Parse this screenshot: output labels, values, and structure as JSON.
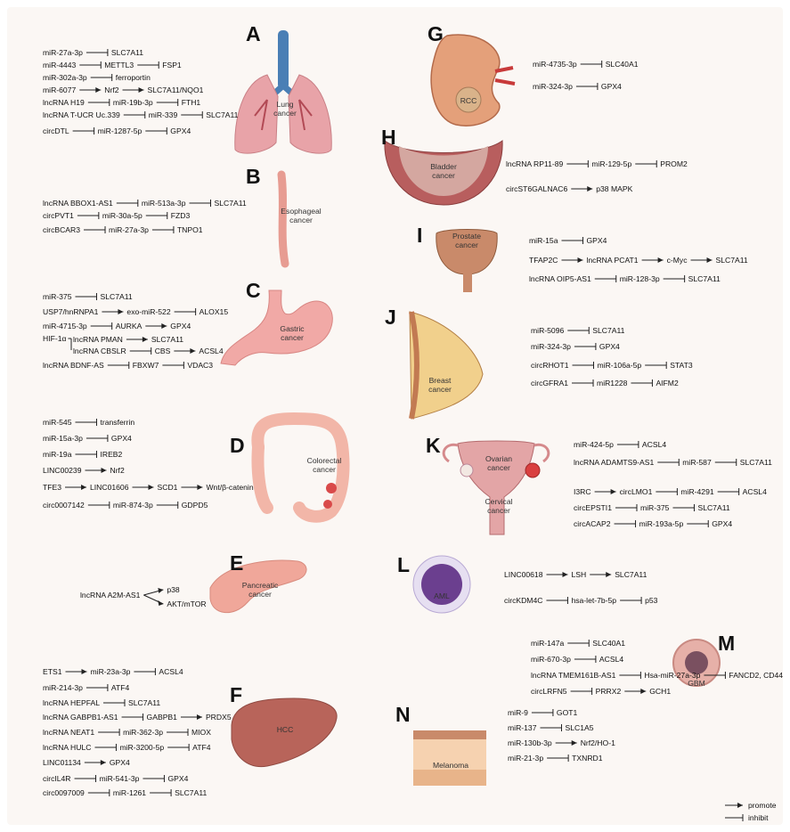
{
  "panels": [
    {
      "letter": "A",
      "organ": "Lung\ncancer",
      "rows": [
        [
          "miR-27a-3p",
          "⊣",
          "SLC7A11"
        ],
        [
          "miR-4443",
          "⊣",
          "METTL3",
          "⊣",
          "FSP1"
        ],
        [
          "miR-302a-3p",
          "⊣",
          "ferroportin"
        ],
        [
          "miR-6077",
          "→",
          "Nrf2",
          "→",
          "SLC7A11/NQO1"
        ],
        [
          "lncRNA H19",
          "⊣",
          "miR-19b-3p",
          "⊣",
          "FTH1"
        ],
        [
          "lncRNA T-UCR Uc.339",
          "⊣",
          "miR-339",
          "⊣",
          "SLC7A11"
        ],
        [
          "circDTL",
          "⊣",
          "miR-1287-5p",
          "⊣",
          "GPX4"
        ]
      ]
    },
    {
      "letter": "B",
      "organ": "Esophageal\ncancer",
      "rows": [
        [
          "lncRNA BBOX1-AS1",
          "⊣",
          "miR-513a-3p",
          "⊣",
          "SLC7A11"
        ],
        [
          "circPVT1",
          "⊣",
          "miR-30a-5p",
          "⊣",
          "FZD3"
        ],
        [
          "circBCAR3",
          "⊣",
          "miR-27a-3p",
          "⊣",
          "TNPO1"
        ]
      ]
    },
    {
      "letter": "C",
      "organ": "Gastric\ncancer",
      "rows": [
        [
          "miR-375",
          "⊣",
          "SLC7A11"
        ],
        [
          "USP7/hnRNPA1",
          "→",
          "exo-miR-522",
          "⊣",
          "ALOX15"
        ],
        [
          "miR-4715-3p",
          "⊣",
          "AURKA",
          "→",
          "GPX4"
        ],
        [
          "lncRNA PMAN",
          "→",
          "SLC7A11"
        ],
        [
          "lncRNA CBSLR",
          "⊣",
          "CBS",
          "→",
          "ACSL4"
        ],
        [
          "lncRNA BDNF-AS",
          "⊣",
          "FBXW7",
          "⊣",
          "VDAC3"
        ]
      ],
      "hif": "HIF-1α"
    },
    {
      "letter": "D",
      "organ": "Colorectal\ncancer",
      "rows": [
        [
          "miR-545",
          "⊣",
          "transferrin"
        ],
        [
          "miR-15a-3p",
          "⊣",
          "GPX4"
        ],
        [
          "miR-19a",
          "⊣",
          "IREB2"
        ],
        [
          "LINC00239",
          "→",
          "Nrf2"
        ],
        [
          "TFE3",
          "→",
          "LINC01606",
          "→",
          "SCD1",
          "→",
          "Wnt/β-catenin"
        ],
        [
          "circ0007142",
          "⊣",
          "miR-874-3p",
          "⊣",
          "GDPD5"
        ]
      ]
    },
    {
      "letter": "E",
      "organ": "Pancreatic\ncancer",
      "rows": [
        [
          "lncRNA A2M-AS1",
          "→",
          "p38"
        ],
        [
          "lncRNA A2M-AS1",
          "→",
          "AKT/mTOR"
        ]
      ]
    },
    {
      "letter": "F",
      "organ": "HCC",
      "rows": [
        [
          "ETS1",
          "→",
          "miR-23a-3p",
          "⊣",
          "ACSL4"
        ],
        [
          "miR-214-3p",
          "⊣",
          "ATF4"
        ],
        [
          "lncRNA HEPFAL",
          "⊣",
          "SLC7A11"
        ],
        [
          "lncRNA GABPB1-AS1",
          "⊣",
          "GABPB1",
          "→",
          "PRDX5"
        ],
        [
          "lncRNA NEAT1",
          "⊣",
          "miR-362-3p",
          "⊣",
          "MIOX"
        ],
        [
          "lncRNA HULC",
          "⊣",
          "miR-3200-5p",
          "⊣",
          "ATF4"
        ],
        [
          "LINC01134",
          "→",
          "GPX4"
        ],
        [
          "circIL4R",
          "⊣",
          "miR-541-3p",
          "⊣",
          "GPX4"
        ],
        [
          "circ0097009",
          "⊣",
          "miR-1261",
          "⊣",
          "SLC7A11"
        ]
      ]
    },
    {
      "letter": "G",
      "organ": "RCC",
      "rows": [
        [
          "miR-4735-3p",
          "⊣",
          "SLC40A1"
        ],
        [
          "miR-324-3p",
          "⊣",
          "GPX4"
        ]
      ]
    },
    {
      "letter": "H",
      "organ": "Bladder\ncancer",
      "rows": [
        [
          "lncRNA RP11-89",
          "⊣",
          "miR-129-5p",
          "⊣",
          "PROM2"
        ],
        [
          "circST6GALNAC6",
          "→",
          "p38 MAPK"
        ]
      ]
    },
    {
      "letter": "I",
      "organ": "Prostate\ncancer",
      "rows": [
        [
          "miR-15a",
          "⊣",
          "GPX4"
        ],
        [
          "TFAP2C",
          "→",
          "lncRNA PCAT1",
          "→",
          "c-Myc",
          "→",
          "SLC7A11"
        ],
        [
          "lncRNA OIP5-AS1",
          "⊣",
          "miR-128-3p",
          "⊣",
          "SLC7A11"
        ]
      ]
    },
    {
      "letter": "J",
      "organ": "Breast\ncancer",
      "rows": [
        [
          "miR-5096",
          "⊣",
          "SLC7A11"
        ],
        [
          "miR-324-3p",
          "⊣",
          "GPX4"
        ],
        [
          "circRHOT1",
          "⊣",
          "miR-106a-5p",
          "⊣",
          "STAT3"
        ],
        [
          "circGFRA1",
          "⊣",
          "miR1228",
          "⊣",
          "AIFM2"
        ]
      ]
    },
    {
      "letter": "K",
      "organ": "Ovarian\ncancer",
      "organ2": "Cervical\ncancer",
      "rows": [
        [
          "miR-424-5p",
          "⊣",
          "ACSL4"
        ],
        [
          "lncRNA ADAMTS9-AS1",
          "⊣",
          "miR-587",
          "⊣",
          "SLC7A11"
        ],
        [
          "I3RC",
          "→",
          "circLMO1",
          "⊣",
          "miR-4291",
          "⊣",
          "ACSL4"
        ],
        [
          "circEPSTI1",
          "⊣",
          "miR-375",
          "⊣",
          "SLC7A11"
        ],
        [
          "circACAP2",
          "⊣",
          "miR-193a-5p",
          "⊣",
          "GPX4"
        ]
      ]
    },
    {
      "letter": "L",
      "organ": "AML",
      "rows": [
        [
          "LINC00618",
          "→",
          "LSH",
          "→",
          "SLC7A11"
        ],
        [
          "circKDM4C",
          "⊣",
          "hsa-let-7b-5p",
          "⊣",
          "p53"
        ]
      ]
    },
    {
      "letter": "M",
      "organ": "GBM",
      "rows": [
        [
          "miR-147a",
          "⊣",
          "SLC40A1"
        ],
        [
          "miR-670-3p",
          "⊣",
          "ACSL4"
        ],
        [
          "lncRNA TMEM161B-AS1",
          "⊣",
          "Hsa-miR-27a-3p",
          "⊣",
          "FANCD2, CD44"
        ],
        [
          "circLRFN5",
          "⊣",
          "PRRX2",
          "→",
          "GCH1"
        ]
      ]
    },
    {
      "letter": "N",
      "organ": "Melanoma",
      "rows": [
        [
          "miR-9",
          "⊣",
          "GOT1"
        ],
        [
          "miR-137",
          "⊣",
          "SLC1A5"
        ],
        [
          "miR-130b-3p",
          "→",
          "Nrf2/HO-1"
        ],
        [
          "miR-21-3p",
          "⊣",
          "TXNRD1"
        ]
      ]
    }
  ],
  "legend": {
    "promote": "promote",
    "inhibit": "inhibit"
  },
  "colors": {
    "background": "#fbf7f4",
    "organ_pink": "#e9a5a3",
    "organ_dark": "#c97773",
    "liver": "#b8645a",
    "aml": "#6b3f8f",
    "gbm": "#c86f6a"
  }
}
